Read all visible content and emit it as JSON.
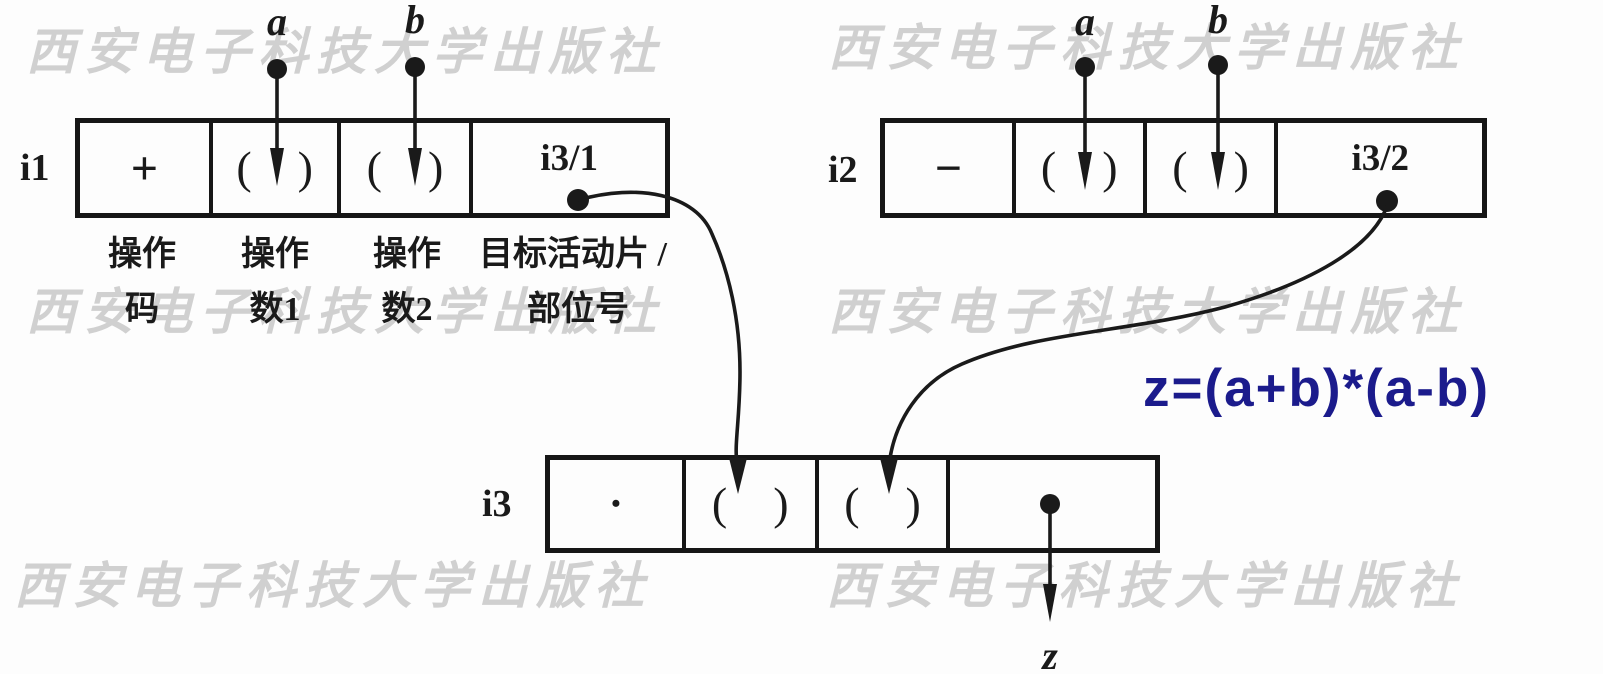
{
  "formula": "z=(a+b)*(a-b)",
  "watermark_text": "西安电子科技大学出版社",
  "variables": {
    "a": "a",
    "b": "b",
    "z": "z"
  },
  "glyphs": {
    "paren_open": "(",
    "paren_close": ")"
  },
  "rows": {
    "i1": {
      "label": "i1",
      "opcode": "+",
      "target": "i3/1"
    },
    "i2": {
      "label": "i2",
      "opcode": "−",
      "target": "i3/2"
    },
    "i3": {
      "label": "i3",
      "opcode": "•",
      "target": ""
    }
  },
  "field_labels": {
    "opcode_l1": "操作",
    "opcode_l2": "码",
    "operand1_l1": "操作",
    "operand1_l2": "数1",
    "operand2_l1": "操作",
    "operand2_l2": "数2",
    "target_l1": "目标活动片 /",
    "target_l2": "部位号"
  },
  "colors": {
    "ink": "#1a1a1a",
    "formula_blue": "#1b1b8c",
    "watermark_gray": "#d0d0d0"
  }
}
